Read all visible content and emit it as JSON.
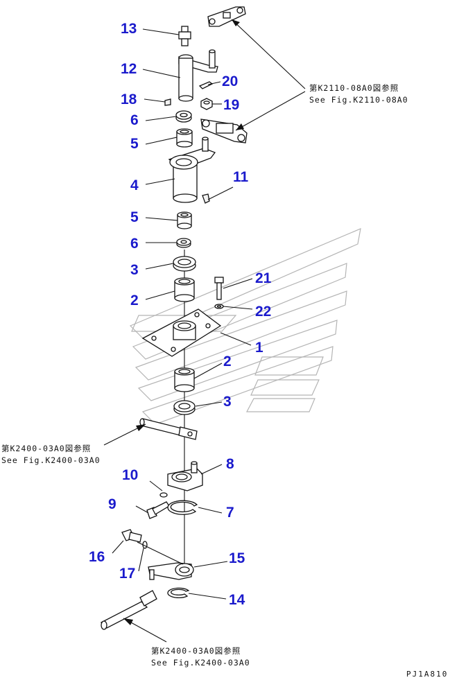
{
  "callouts": {
    "p13": "13",
    "p12": "12",
    "p20": "20",
    "p18": "18",
    "p19": "19",
    "p6a": "6",
    "p5a": "5",
    "p4": "4",
    "p11": "11",
    "p5b": "5",
    "p6b": "6",
    "p3a": "3",
    "p2a": "2",
    "p21": "21",
    "p22": "22",
    "p1": "1",
    "p2b": "2",
    "p3b": "3",
    "p8": "8",
    "p10": "10",
    "p9": "9",
    "p7": "7",
    "p16": "16",
    "p15": "15",
    "p17": "17",
    "p14": "14"
  },
  "references": {
    "ref1_jp": "第K2110-08A0図参照",
    "ref1_en": "See Fig.K2110-08A0",
    "ref2_jp": "第K2400-03A0図参照",
    "ref2_en": "See Fig.K2400-03A0",
    "ref3_jp": "第K2400-03A0図参照",
    "ref3_en": "See Fig.K2400-03A0"
  },
  "drawing_code": "PJ1A810"
}
